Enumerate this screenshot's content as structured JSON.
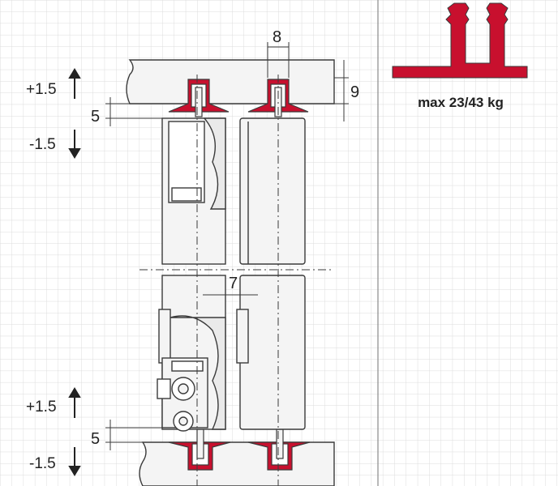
{
  "colors": {
    "grid": "#cfcfcf",
    "line": "#3a3a3a",
    "fill": "#f4f4f4",
    "accent": "#c8102e",
    "text": "#222222"
  },
  "labels": {
    "upper_plus": "+1.5",
    "upper_minus": "-1.5",
    "lower_plus": "+1.5",
    "lower_minus": "-1.5",
    "upper_gap": "5",
    "lower_gap": "5",
    "track_width": "8",
    "track_height": "9",
    "door_offset": "7"
  },
  "profile": {
    "icon": "red-track-profile-icon",
    "caption": "max 23/43 kg"
  }
}
